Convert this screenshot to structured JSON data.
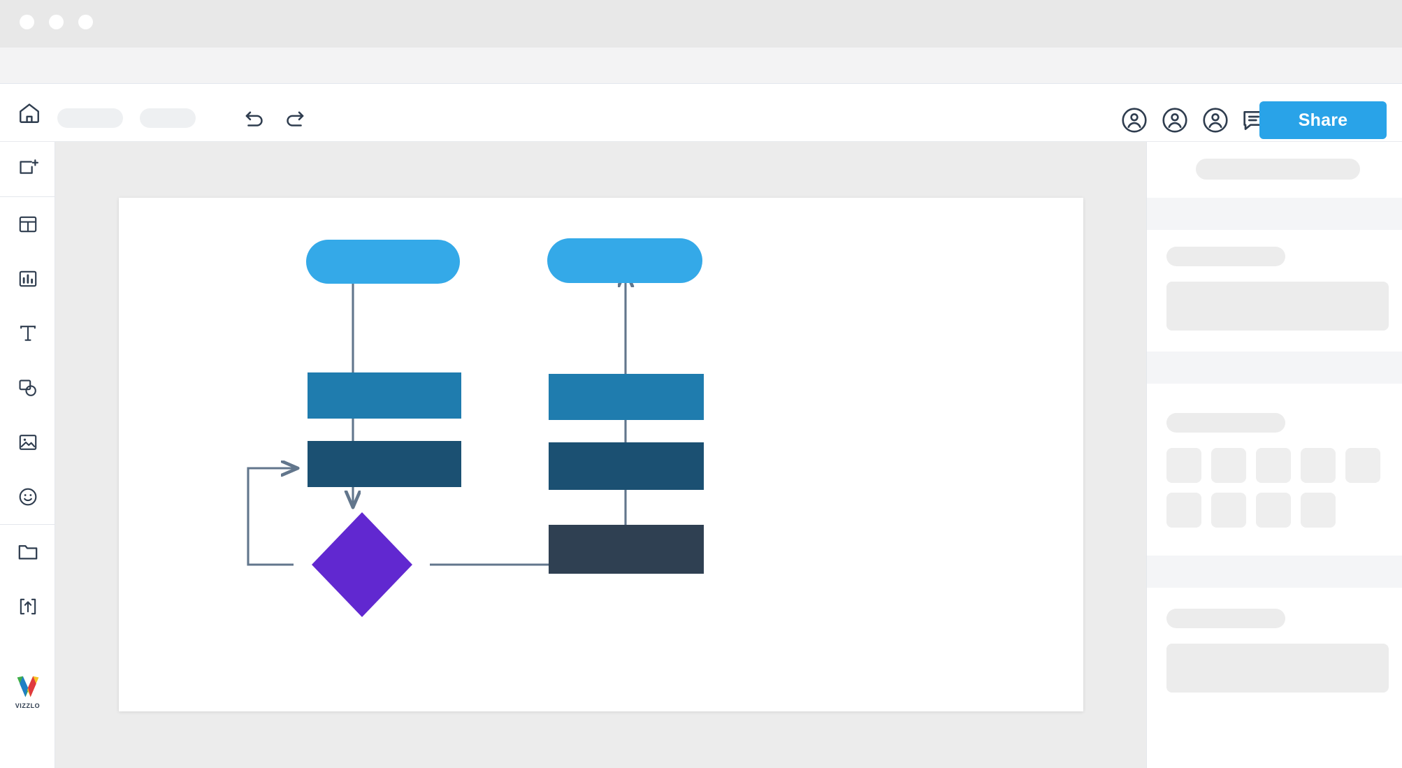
{
  "window": {
    "traffic_lights": [
      "close",
      "minimize",
      "maximize"
    ],
    "chrome_color": "#e8e8e8"
  },
  "toolbar": {
    "home_icon": "home-icon",
    "placeholder_pills": [
      "menu-pill-1",
      "menu-pill-2"
    ],
    "undo_icon": "undo-arrow-icon",
    "redo_icon": "redo-arrow-icon",
    "title_placeholder": "document-title-skeleton",
    "collaborators": [
      "collaborator-1",
      "collaborator-2",
      "collaborator-3"
    ],
    "comment_icon": "comment-bubble-icon",
    "share_label": "Share",
    "share_color": "#29a3e8"
  },
  "sidebar": {
    "items": [
      {
        "name": "add-element",
        "icon": "add-shape-icon"
      },
      {
        "name": "templates",
        "icon": "layout-grid-icon"
      },
      {
        "name": "charts",
        "icon": "bar-chart-icon"
      },
      {
        "name": "text",
        "icon": "text-t-icon"
      },
      {
        "name": "shapes",
        "icon": "shapes-icon"
      },
      {
        "name": "images",
        "icon": "image-icon"
      },
      {
        "name": "emoji",
        "icon": "smiley-face-icon"
      },
      {
        "name": "files",
        "icon": "folder-icon"
      },
      {
        "name": "export",
        "icon": "upload-export-icon"
      }
    ],
    "brand": {
      "name": "vizzlo-logo",
      "wordmark": "VIZZLO",
      "colors": [
        "#3fae49",
        "#1f7fc4",
        "#f7c223",
        "#e03a3e"
      ]
    }
  },
  "canvas": {
    "background": "#ffffff",
    "workarea_background": "#ececec"
  },
  "diagram": {
    "type": "flowchart",
    "palette": {
      "light_blue": "#34a9e8",
      "medium_blue": "#1f7cae",
      "dark_teal": "#1b5072",
      "dark_slate": "#2f4052",
      "purple": "#6128d0",
      "connector": "#62768c"
    },
    "nodes": [
      {
        "id": "n1",
        "name": "left-start-node",
        "shape": "rounded-rect",
        "color": "#34a9e8",
        "label": ""
      },
      {
        "id": "n2",
        "name": "left-process-node",
        "shape": "rect",
        "color": "#1f7cae",
        "label": ""
      },
      {
        "id": "n3",
        "name": "left-action-node",
        "shape": "rect",
        "color": "#1b5072",
        "label": ""
      },
      {
        "id": "n4",
        "name": "decision-node",
        "shape": "diamond",
        "color": "#6128d0",
        "label": ""
      },
      {
        "id": "n5",
        "name": "right-end-node",
        "shape": "rounded-rect",
        "color": "#34a9e8",
        "label": ""
      },
      {
        "id": "n6",
        "name": "right-process-node",
        "shape": "rect",
        "color": "#1f7cae",
        "label": ""
      },
      {
        "id": "n7",
        "name": "right-action-node",
        "shape": "rect",
        "color": "#1b5072",
        "label": ""
      },
      {
        "id": "n8",
        "name": "right-entry-node",
        "shape": "rect",
        "color": "#2f4052",
        "label": ""
      }
    ],
    "edges": [
      {
        "from": "n1",
        "to": "n2",
        "name": "edge-start-to-process",
        "arrow": false
      },
      {
        "from": "n2",
        "to": "n3",
        "name": "edge-process-to-action",
        "arrow": false
      },
      {
        "from": "n3",
        "to": "n4",
        "name": "edge-action-to-decision",
        "arrow": true
      },
      {
        "from": "n4",
        "to": "n3",
        "name": "edge-decision-loopback",
        "arrow": true
      },
      {
        "from": "n4",
        "to": "n8",
        "name": "edge-decision-to-entry",
        "arrow": true
      },
      {
        "from": "n8",
        "to": "n7",
        "name": "edge-entry-to-action",
        "arrow": false
      },
      {
        "from": "n7",
        "to": "n6",
        "name": "edge-action-to-process",
        "arrow": false
      },
      {
        "from": "n6",
        "to": "n5",
        "name": "edge-process-to-end",
        "arrow": true
      }
    ]
  },
  "properties_panel": {
    "groups": [
      {
        "name": "panel-header",
        "placeholders": [
          "title-bar"
        ]
      },
      {
        "name": "panel-section-1",
        "placeholders": [
          "field-label",
          "field-input"
        ]
      },
      {
        "name": "panel-section-2",
        "placeholders": [
          "field-label"
        ],
        "swatch_rows": [
          5,
          4
        ]
      },
      {
        "name": "panel-section-3",
        "placeholders": [
          "field-label",
          "field-input"
        ]
      }
    ]
  }
}
